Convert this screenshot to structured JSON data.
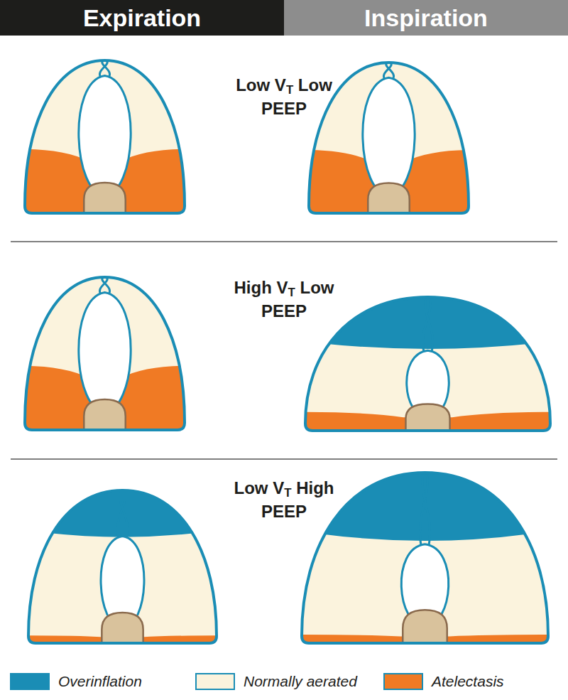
{
  "diagram": {
    "nodes": [
      {
        "text": [
          "Expiration"
        ]
      },
      {
        "text": [
          "Inspiration"
        ]
      }
    ],
    "labels": [
      "Low VT Low PEEP",
      "High VT Low PEEP",
      "Low VT High PEEP"
    ],
    "legend": [
      {
        "text": "Overinflation",
        "color": "#1a8db5"
      },
      {
        "text": "Normally aerated",
        "color": "#fbf3dd"
      },
      {
        "text": "Atelectasis",
        "color": "#f07a24"
      }
    ]
  }
}
